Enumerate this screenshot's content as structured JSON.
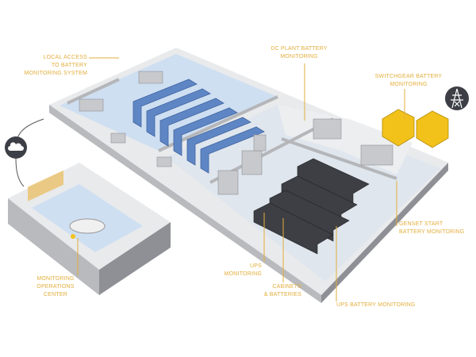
{
  "colors": {
    "label": "#e2ae3c",
    "floor": "#cfdff2",
    "wall": "#d9d9db",
    "rack": "#5f86c4",
    "equipment": "#3d3f45",
    "generator": "#f2c21b"
  },
  "icons": {
    "cloud": "cloud-icon",
    "tower": "transmission-tower-icon"
  },
  "labels": {
    "local_access": [
      "LOCAL ACCESS",
      "TO BATTERY",
      "MONITORING SYSTEM"
    ],
    "dc_plant": [
      "DC PLANT BATTERY",
      "MONITORING"
    ],
    "switchgear": [
      "SWITCHGEAR BATTERY",
      "MONITORING"
    ],
    "genset": [
      "GENSET START",
      "BATTERY MONITORING"
    ],
    "ups_monitoring": [
      "UPS",
      "MONITORING"
    ],
    "cabinets": [
      "CABINETS",
      "& BATTERIES"
    ],
    "ups_battery": [
      "UPS BATTERY MONITORING"
    ],
    "operations_center": [
      "MONITORING",
      "OPERATIONS",
      "CENTER"
    ]
  }
}
